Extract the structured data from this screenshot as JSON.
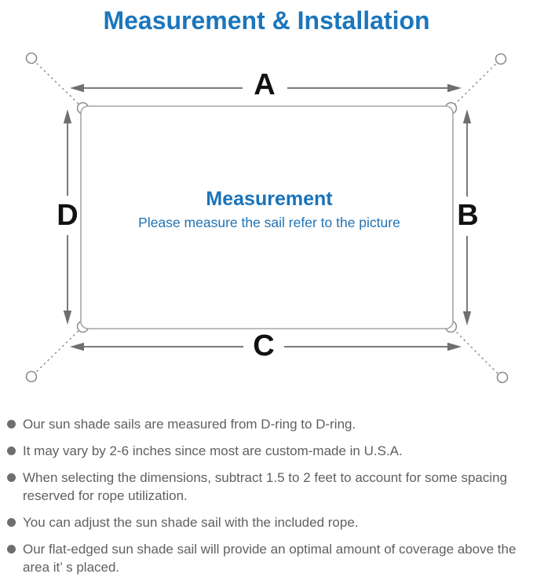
{
  "page": {
    "title": "Measurement & Installation"
  },
  "diagram": {
    "labels": {
      "top": "A",
      "right": "B",
      "bottom": "C",
      "left": "D"
    },
    "center_heading": "Measurement",
    "center_subtitle": "Please measure the sail refer to the picture"
  },
  "notes": {
    "items": [
      {
        "text": "Our sun shade sails are measured from D-ring to D-ring."
      },
      {
        "text": "It may vary by 2-6 inches since most are custom-made in U.S.A."
      },
      {
        "text": "When selecting the dimensions, subtract 1.5 to 2 feet to account for some spacing reserved for rope utilization."
      },
      {
        "text": "You can adjust the sun shade sail with the included rope."
      },
      {
        "text": "Our flat-edged sun shade sail will provide an optimal amount of coverage above the area it’ s placed."
      }
    ]
  },
  "colors": {
    "title_blue": "#1b76bc",
    "heading_blue": "#1a72b8",
    "subtitle_blue": "#2173b4",
    "label_black": "#121212",
    "arrow_gray": "#7a7a7a",
    "outline_gray": "#a6a6a6",
    "note_text_gray": "#606060",
    "bullet_gray": "#6e6e6e",
    "background": "#ffffff"
  }
}
